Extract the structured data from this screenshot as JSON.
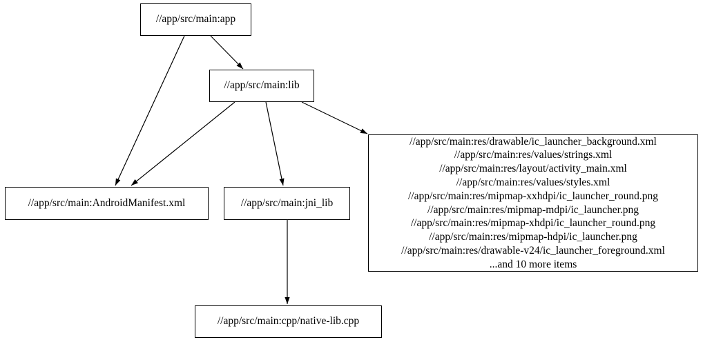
{
  "diagram": {
    "type": "dependency-graph",
    "background_color": "#ffffff",
    "node_border_color": "#000000",
    "edge_color": "#000000",
    "text_color": "#000000",
    "nodes": {
      "app": {
        "label": "//app/src/main:app"
      },
      "lib": {
        "label": "//app/src/main:lib"
      },
      "android_manifest": {
        "label": "//app/src/main:AndroidManifest.xml"
      },
      "jni_lib": {
        "label": "//app/src/main:jni_lib"
      },
      "res_group": {
        "lines": [
          "//app/src/main:res/drawable/ic_launcher_background.xml",
          "//app/src/main:res/values/strings.xml",
          "//app/src/main:res/layout/activity_main.xml",
          "//app/src/main:res/values/styles.xml",
          "//app/src/main:res/mipmap-xxhdpi/ic_launcher_round.png",
          "//app/src/main:res/mipmap-mdpi/ic_launcher.png",
          "//app/src/main:res/mipmap-xhdpi/ic_launcher_round.png",
          "//app/src/main:res/mipmap-hdpi/ic_launcher.png",
          "//app/src/main:res/drawable-v24/ic_launcher_foreground.xml",
          "...and 10 more items"
        ]
      },
      "native_lib": {
        "label": "//app/src/main:cpp/native-lib.cpp"
      }
    },
    "edges": [
      {
        "from": "app",
        "to": "android_manifest"
      },
      {
        "from": "app",
        "to": "lib"
      },
      {
        "from": "lib",
        "to": "android_manifest"
      },
      {
        "from": "lib",
        "to": "jni_lib"
      },
      {
        "from": "lib",
        "to": "res_group"
      },
      {
        "from": "jni_lib",
        "to": "native_lib"
      }
    ]
  }
}
